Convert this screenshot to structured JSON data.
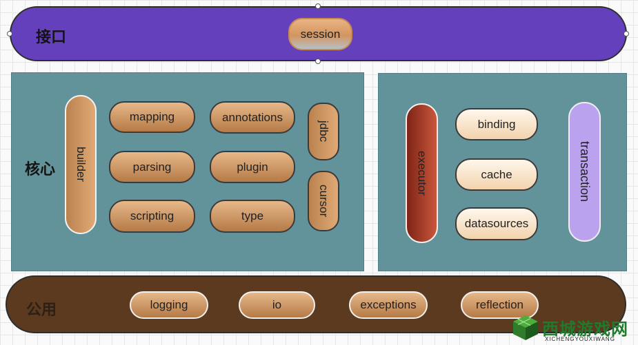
{
  "layers": {
    "interface": {
      "label": "接口",
      "items": {
        "session": "session"
      }
    },
    "core": {
      "label": "核心",
      "builder": "builder",
      "grid": {
        "mapping": "mapping",
        "annotations": "annotations",
        "parsing": "parsing",
        "plugin": "plugin",
        "scripting": "scripting",
        "type": "type"
      },
      "jdbc": "jdbc",
      "cursor": "cursor"
    },
    "right": {
      "executor": "executor",
      "binding": "binding",
      "cache": "cache",
      "datasources": "datasources",
      "transaction": "transaction"
    },
    "common": {
      "label": "公用",
      "items": {
        "logging": "logging",
        "io": "io",
        "exceptions": "exceptions",
        "reflection": "reflection"
      }
    }
  },
  "watermark": {
    "text": "西城游戏网",
    "sub": "XICHENGYOUXIWANG",
    "icon": "cube-logo-icon"
  },
  "colors": {
    "interface": "#6440bd",
    "core": "#62929a",
    "common": "#5b3a1f",
    "module": "#c98a55",
    "executor": "#a53e28",
    "transaction": "#bba2ee",
    "cream": "#f7e2c6"
  }
}
